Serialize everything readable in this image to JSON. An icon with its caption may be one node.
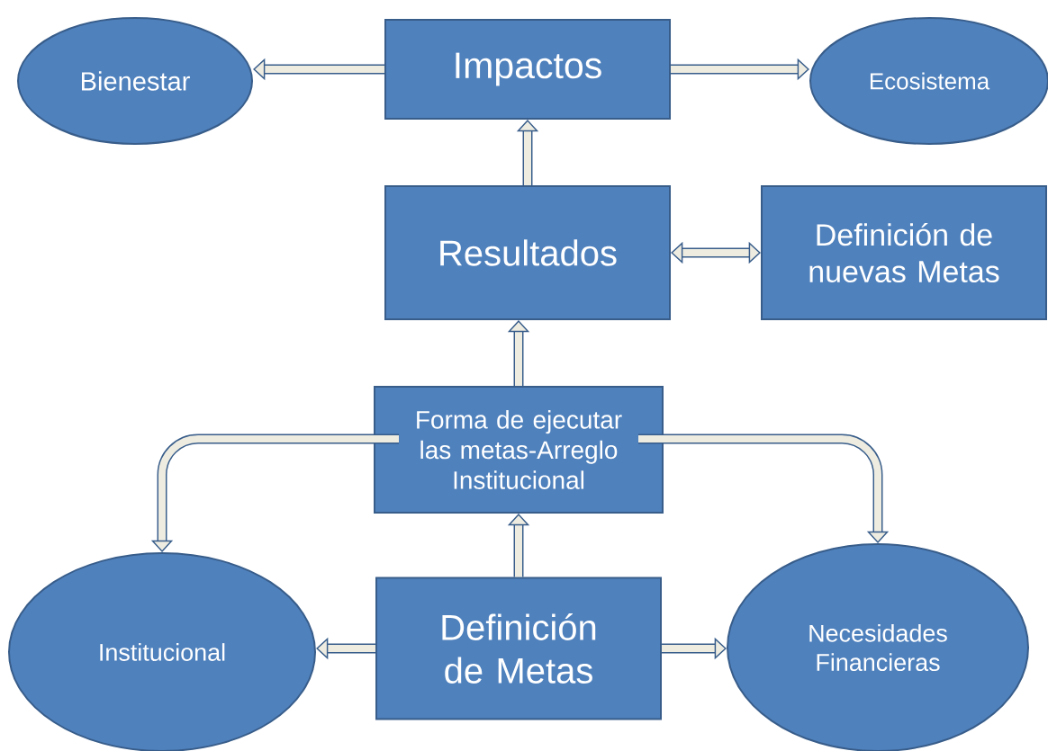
{
  "diagram": {
    "nodes": [
      {
        "text": [
          "Bienestar"
        ]
      },
      {
        "text": [
          "Impactos"
        ]
      },
      {
        "text": [
          "Ecosistema"
        ]
      },
      {
        "text": [
          "Resultados"
        ]
      },
      {
        "text": [
          "Definición de nuevas Metas"
        ]
      },
      {
        "text": [
          "Forma de ejecutar las metas-Arreglo Institucional"
        ]
      },
      {
        "text": [
          "Institucional"
        ]
      },
      {
        "text": [
          "Definición de Metas"
        ]
      },
      {
        "text": [
          "Necesidades Financieras"
        ]
      }
    ],
    "edges": [
      {
        "from": 1,
        "to": 0,
        "arrow": "to"
      },
      {
        "from": 1,
        "to": 2,
        "arrow": "to"
      },
      {
        "from": 3,
        "to": 1,
        "arrow": "to"
      },
      {
        "from": 3,
        "to": 4,
        "arrow": "both"
      },
      {
        "from": 5,
        "to": 3,
        "arrow": "to"
      },
      {
        "from": 5,
        "to": 6,
        "arrow": "to"
      },
      {
        "from": 5,
        "to": 8,
        "arrow": "to"
      },
      {
        "from": 7,
        "to": 5,
        "arrow": "to"
      },
      {
        "from": 7,
        "to": 6,
        "arrow": "to"
      },
      {
        "from": 7,
        "to": 8,
        "arrow": "to"
      }
    ]
  }
}
